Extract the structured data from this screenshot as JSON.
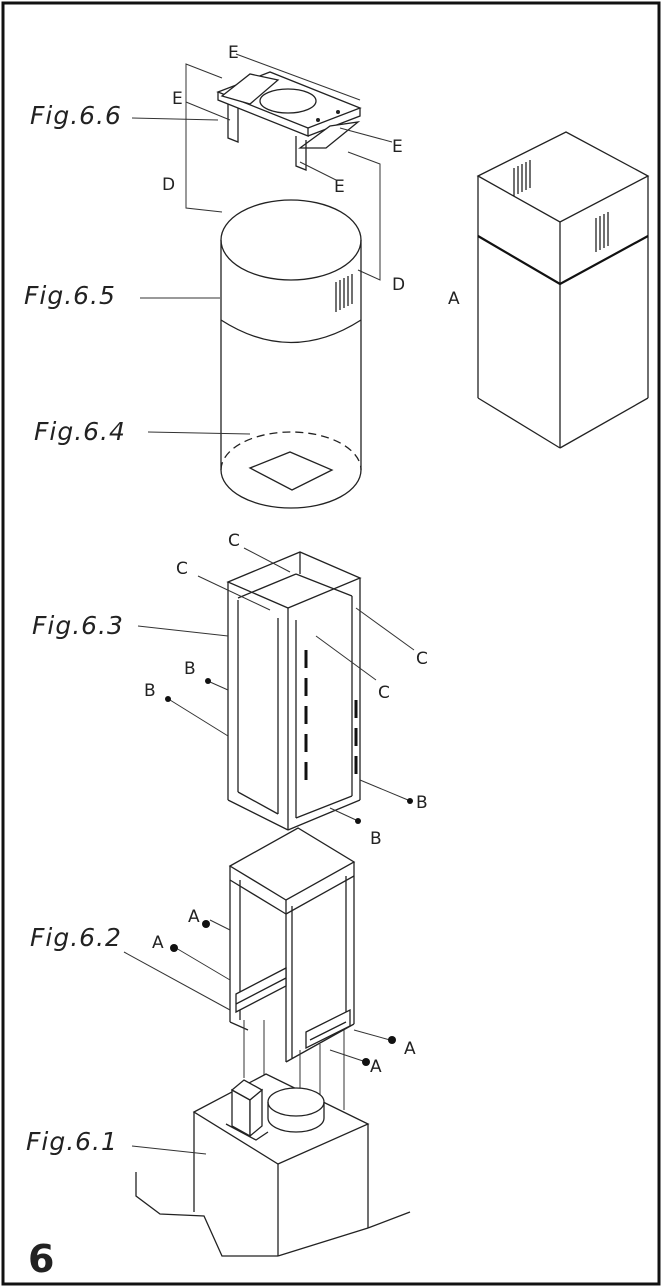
{
  "diagram": {
    "step_number": "6",
    "figures": {
      "fig66": "Fig.6.6",
      "fig65": "Fig.6.5",
      "fig64": "Fig.6.4",
      "fig63": "Fig.6.3",
      "fig62": "Fig.6.2",
      "fig61": "Fig.6.1"
    },
    "callouts": {
      "A": "A",
      "B": "B",
      "C": "C",
      "D": "D",
      "E": "E"
    },
    "colors": {
      "line": "#222222",
      "background": "#ffffff"
    }
  }
}
